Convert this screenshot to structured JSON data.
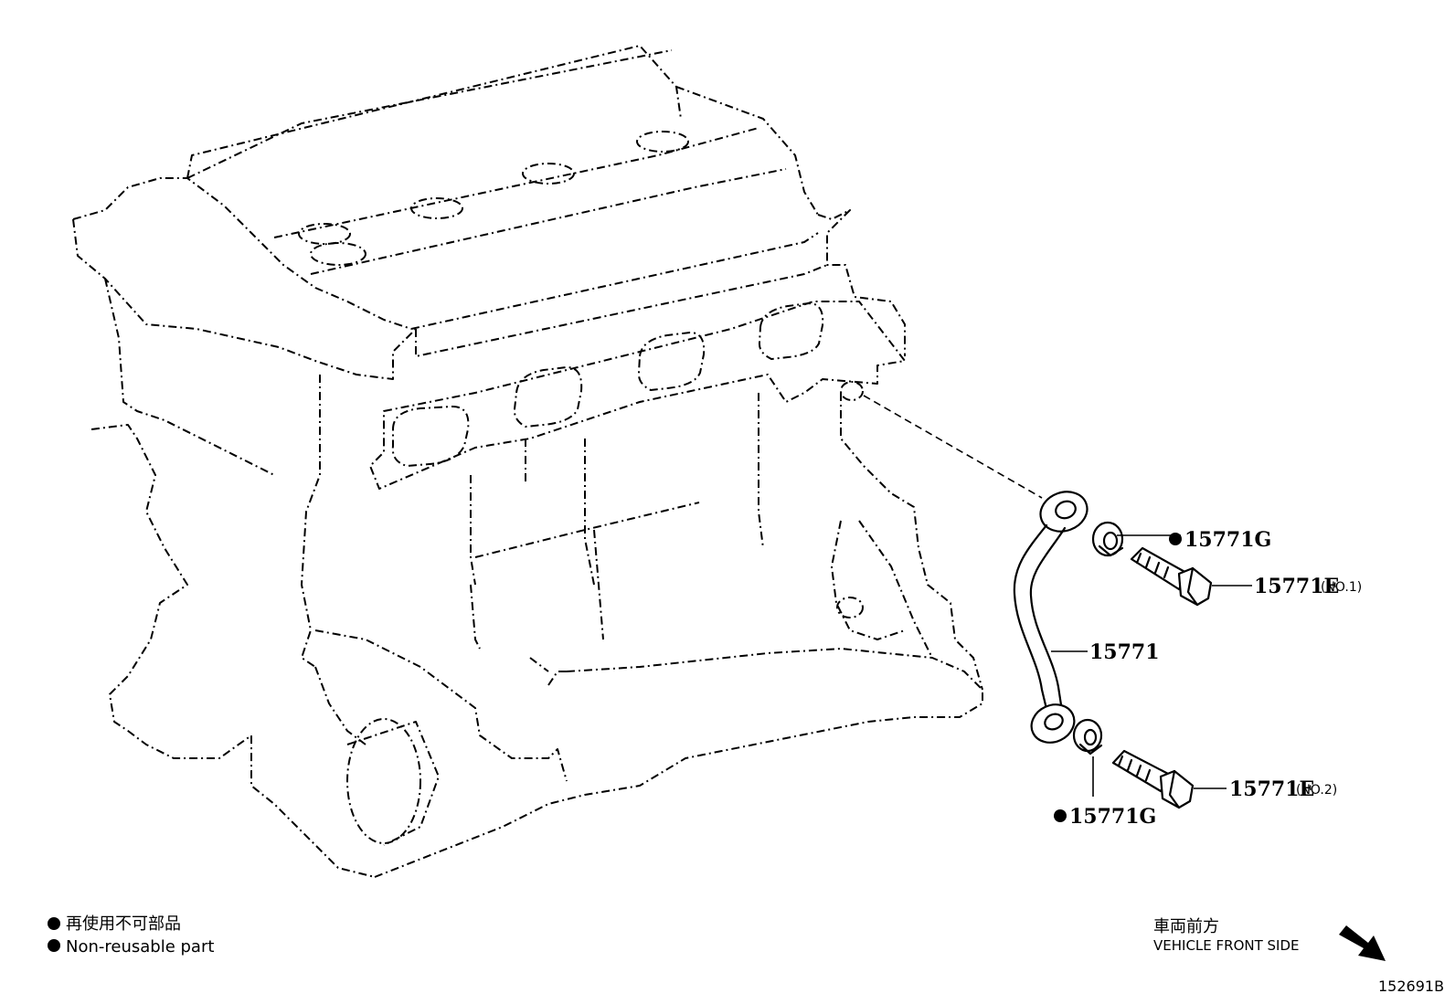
{
  "parts": {
    "pipe": "15771",
    "gasket_upper": "15771G",
    "gasket_lower": "15771G",
    "bolt_no1": "15771E",
    "bolt_no1_note": "(NO.1)",
    "bolt_no2": "15771E",
    "bolt_no2_note": "(NO.2)"
  },
  "legend": {
    "symbol": "●",
    "japanese": "再使用不可部品",
    "english": "Non-reusable part"
  },
  "direction": {
    "japanese": "車両前方",
    "english": "VEHICLE FRONT SIDE"
  },
  "illustration_code": "152691B"
}
